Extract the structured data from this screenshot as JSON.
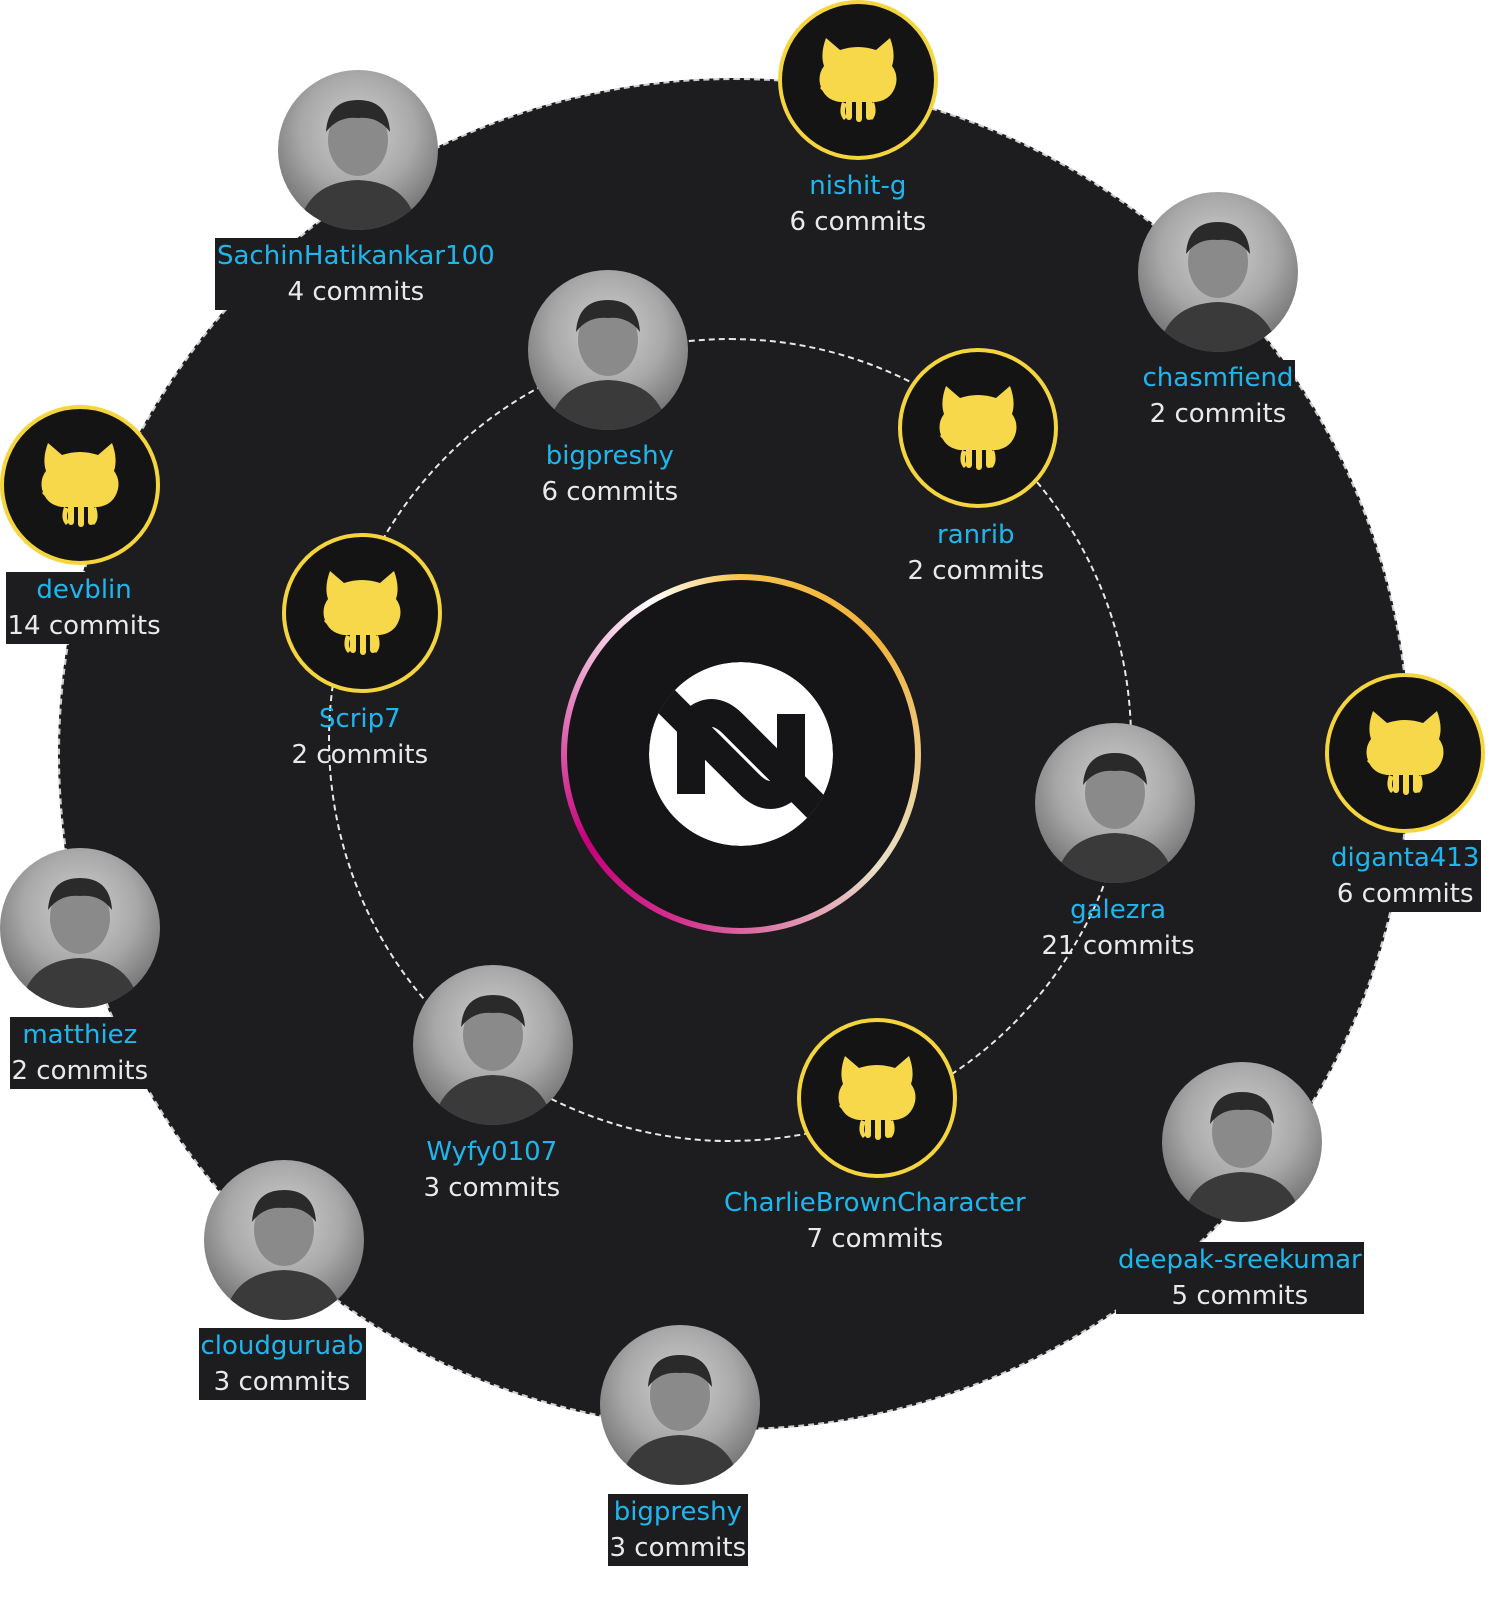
{
  "colors": {
    "disc": "#1d1d1f",
    "username": "#1fb6ee",
    "commits_text": "#e9e9e9",
    "github_ring": "#f5d53e",
    "github_octocat": "#f7d84a"
  },
  "center_logo": {
    "icon": "n-logo-icon"
  },
  "contributors": [
    {
      "id": "nishit-g",
      "username": "nishit-g",
      "commits": "6 commits",
      "avatar": "github-octocat-icon",
      "orbit": "outer"
    },
    {
      "id": "sachinhatikankar100",
      "username": "SachinHatikankar100",
      "commits": "4 commits",
      "avatar": "photo",
      "orbit": "outer"
    },
    {
      "id": "chasmfiend",
      "username": "chasmfiend",
      "commits": "2 commits",
      "avatar": "photo",
      "orbit": "outer"
    },
    {
      "id": "devblin",
      "username": "devblin",
      "commits": "14 commits",
      "avatar": "github-octocat-icon",
      "orbit": "outer"
    },
    {
      "id": "diganta413",
      "username": "diganta413",
      "commits": "6 commits",
      "avatar": "github-octocat-icon",
      "orbit": "outer"
    },
    {
      "id": "matthiez",
      "username": "matthiez",
      "commits": "2 commits",
      "avatar": "photo",
      "orbit": "outer"
    },
    {
      "id": "deepak-sreekumar",
      "username": "deepak-sreekumar",
      "commits": "5 commits",
      "avatar": "photo",
      "orbit": "outer"
    },
    {
      "id": "cloudguruab",
      "username": "cloudguruab",
      "commits": "3 commits",
      "avatar": "photo",
      "orbit": "outer"
    },
    {
      "id": "bigpreshy-outer",
      "username": "bigpreshy",
      "commits": "3 commits",
      "avatar": "photo",
      "orbit": "outer"
    },
    {
      "id": "bigpreshy-inner",
      "username": "bigpreshy",
      "commits": "6 commits",
      "avatar": "photo",
      "orbit": "inner"
    },
    {
      "id": "ranrib",
      "username": "ranrib",
      "commits": "2 commits",
      "avatar": "github-octocat-icon",
      "orbit": "inner"
    },
    {
      "id": "scrip7",
      "username": "Scrip7",
      "commits": "2 commits",
      "avatar": "github-octocat-icon",
      "orbit": "inner"
    },
    {
      "id": "galezra",
      "username": "galezra",
      "commits": "21 commits",
      "avatar": "photo",
      "orbit": "inner"
    },
    {
      "id": "wyfy0107",
      "username": "Wyfy0107",
      "commits": "3 commits",
      "avatar": "photo",
      "orbit": "inner"
    },
    {
      "id": "charliebrowncharacter",
      "username": "CharlieBrownCharacter",
      "commits": "7 commits",
      "avatar": "github-octocat-icon",
      "orbit": "inner"
    }
  ]
}
